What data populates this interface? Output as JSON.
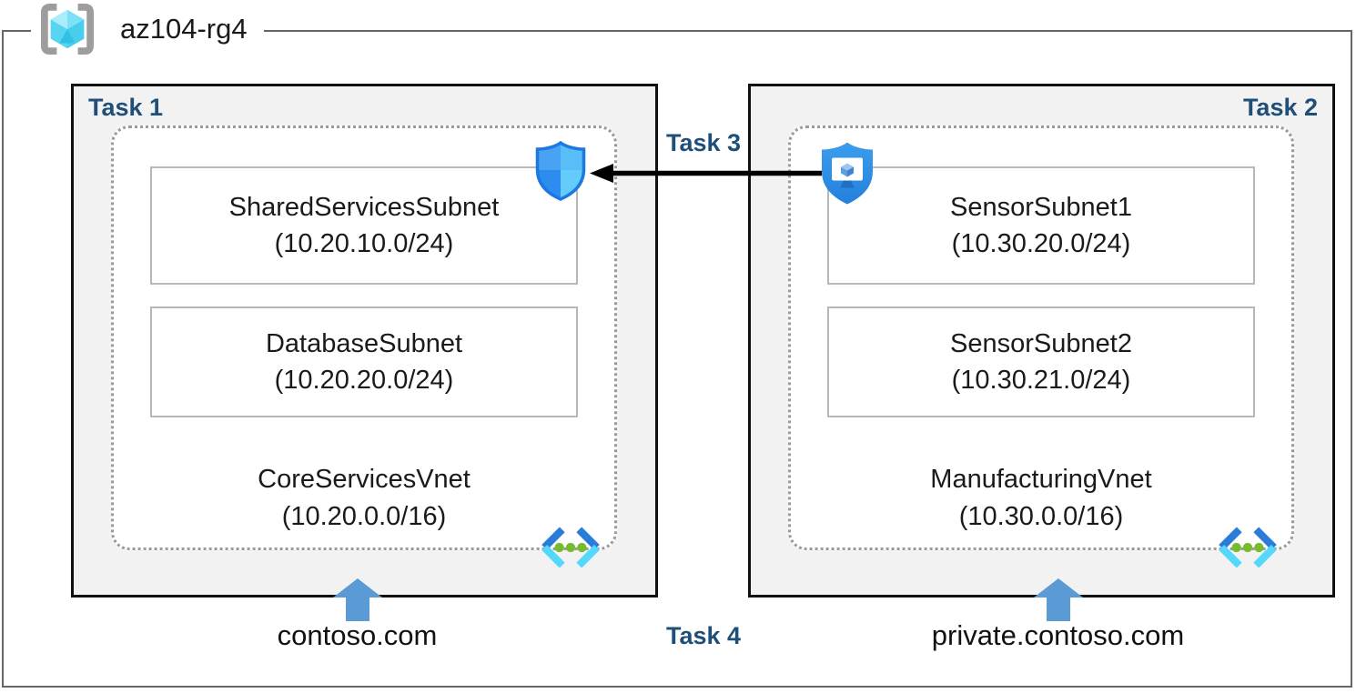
{
  "resource_group": {
    "name": "az104-rg4"
  },
  "labels": {
    "task1": "Task 1",
    "task2": "Task 2",
    "task3": "Task 3",
    "task4": "Task 4"
  },
  "vnets": [
    {
      "name": "CoreServicesVnet",
      "cidr": "(10.20.0.0/16)",
      "dns_label": "contoso.com",
      "subnets": [
        {
          "name": "SharedServicesSubnet",
          "cidr": "(10.20.10.0/24)"
        },
        {
          "name": "DatabaseSubnet",
          "cidr": "(10.20.20.0/24)"
        }
      ]
    },
    {
      "name": "ManufacturingVnet",
      "cidr": "(10.30.0.0/16)",
      "dns_label": "private.contoso.com",
      "subnets": [
        {
          "name": "SensorSubnet1",
          "cidr": "(10.30.20.0/24)"
        },
        {
          "name": "SensorSubnet2",
          "cidr": "(10.30.21.0/24)"
        }
      ]
    }
  ],
  "icons": {
    "resource_group": "azure-resource-group-cube",
    "left_shield": "defender-security-shield",
    "right_shield": "bastion-shield-with-monitor",
    "vnet": "virtual-network-chevrons",
    "dns_arrow": "blue-up-arrow",
    "peering_arrow": "black-left-arrow"
  },
  "colors": {
    "task_label": "#1F4E79",
    "box_fill": "#F2F2F2",
    "box_border": "#111111",
    "frame_border": "#666666",
    "dotted_border": "#9A9A9A",
    "subnet_border": "#B7B7B7",
    "up_arrow_blue": "#5B9BD5",
    "azure_blue": "#2E8CE2",
    "shield_border_blue": "#1B79E0",
    "vnet_chevron_blue": "#2B7CD9",
    "vnet_chevron_cyan": "#54D8FB",
    "vnet_dot_green": "#76BC2D"
  }
}
